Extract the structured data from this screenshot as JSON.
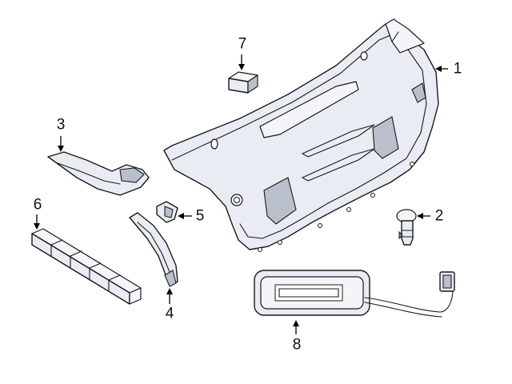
{
  "diagram": {
    "parts": [
      {
        "id": "part-1",
        "callout": "1"
      },
      {
        "id": "part-2",
        "callout": "2"
      },
      {
        "id": "part-3",
        "callout": "3"
      },
      {
        "id": "part-4",
        "callout": "4"
      },
      {
        "id": "part-5",
        "callout": "5"
      },
      {
        "id": "part-6",
        "callout": "6"
      },
      {
        "id": "part-7",
        "callout": "7"
      },
      {
        "id": "part-8",
        "callout": "8"
      }
    ],
    "colors": {
      "line": "#1a1a1a",
      "fill": "#e9ecf2",
      "shade": "#b9c0cc"
    }
  }
}
